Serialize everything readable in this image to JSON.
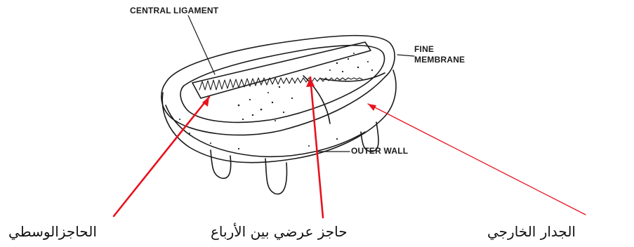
{
  "labels": {
    "central_ligament": "CENTRAL LIGAMENT",
    "fine_membrane_line1": "FINE",
    "fine_membrane_line2": "MEMBRANE",
    "outer_wall": "OUTER WALL"
  },
  "arabic_labels": {
    "median_septum": "الحاجزالوسطي",
    "transverse_septum": "حاجز عرضي بين الأرباع",
    "outer_wall": "الجدار الخارجي"
  },
  "colors": {
    "arrow": "#e8121e",
    "ink": "#1a1a1a"
  }
}
